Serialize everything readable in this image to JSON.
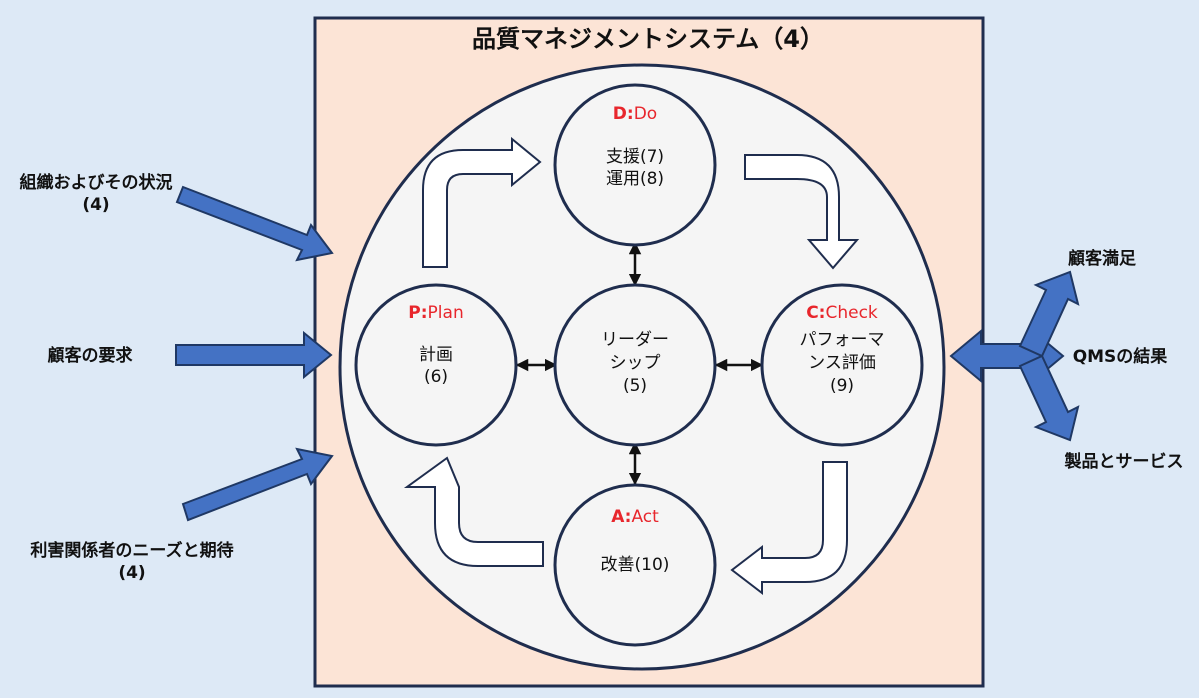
{
  "title": "品質マネジメントシステム（4）",
  "inputs": [
    {
      "line1": "組織およびその状況",
      "line2": "(4)"
    },
    {
      "line1": "顧客の要求",
      "line2": ""
    },
    {
      "line1": "利害関係者のニーズと期待",
      "line2": "(4)"
    }
  ],
  "outputs": {
    "top": "顧客満足",
    "middle": "QMSの結果",
    "bottom": "製品とサービス"
  },
  "phases": {
    "do": {
      "letter": "D:",
      "word": "Do",
      "lines": [
        "支援(7)",
        "運用(8)"
      ]
    },
    "plan": {
      "letter": "P:",
      "word": "Plan",
      "lines": [
        "計画",
        "(6)"
      ]
    },
    "check": {
      "letter": "C:",
      "word": "Check",
      "lines": [
        "パフォーマ",
        "ンス評価",
        "(9)"
      ]
    },
    "act": {
      "letter": "A:",
      "word": "Act",
      "lines": [
        "改善(10)"
      ]
    }
  },
  "center": {
    "lines": [
      "リーダー",
      "シップ",
      "(5)"
    ]
  },
  "colors": {
    "background": "#dde9f6",
    "system_box_fill": "#fce4d6",
    "system_box_border": "#1f2d4e",
    "circle_fill": "#f5f5f5",
    "blue_arrow": "#4472c4",
    "phase_label": "#e8262c"
  }
}
